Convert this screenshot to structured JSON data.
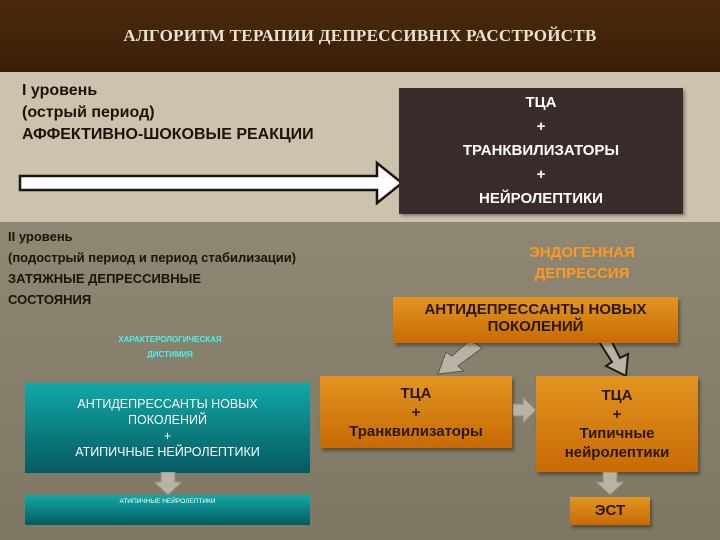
{
  "header": {
    "title": "АЛГОРИТМ ТЕРАПИИ ДЕПРЕССИВНІХ РАССТРОЙСТВ"
  },
  "level1": {
    "line1": "I уровень",
    "line2": "(острый период)",
    "line3": "АФФЕКТИВНО-ШОКОВЫЕ РЕАКЦИИ",
    "therapy": [
      "ТЦА",
      "+",
      "ТРАНКВИЛИЗАТОРЫ",
      "+",
      "НЕЙРОЛЕПТИКИ"
    ]
  },
  "level2": {
    "line1": "II уровень",
    "line2": "(подострый период и период стабилизации)",
    "line3": "ЗАТЯЖНЫЕ ДЕПРЕССИВНЫЕ",
    "line4": "СОСТОЯНИЯ"
  },
  "endogenous": {
    "title_line1": "ЭНДОГЕННАЯ",
    "title_line2": "ДЕПРЕССИЯ",
    "new_antidepressants": "АНТИДЕПРЕССАНТЫ НОВЫХ ПОКОЛЕНИЙ",
    "tca_tranq": [
      "ТЦА",
      "+",
      "Транквилизаторы"
    ],
    "tca_typical": [
      "ТЦА",
      "+",
      "Типичные",
      "нейролептики"
    ],
    "ect": "ЭСТ"
  },
  "dysthymia": {
    "title_line1": "ХАРАКТЕРОЛОГИЧЕСКАЯ",
    "title_line2": "ДИСТИМИЯ",
    "main": [
      "АНТИДЕПРЕССАНТЫ НОВЫХ",
      "ПОКОЛЕНИЙ",
      "+",
      "АТИПИЧНЫЕ НЕЙРОЛЕПТИКИ"
    ],
    "bottom": "АТИПИЧНЫЕ НЕЙРОЛЕПТИКИ"
  },
  "colors": {
    "header_bg": "#3a1f08",
    "orange_accent": "#ff9a1e",
    "teal": "#0b8a8c",
    "dark_box": "#3a2c2a"
  }
}
